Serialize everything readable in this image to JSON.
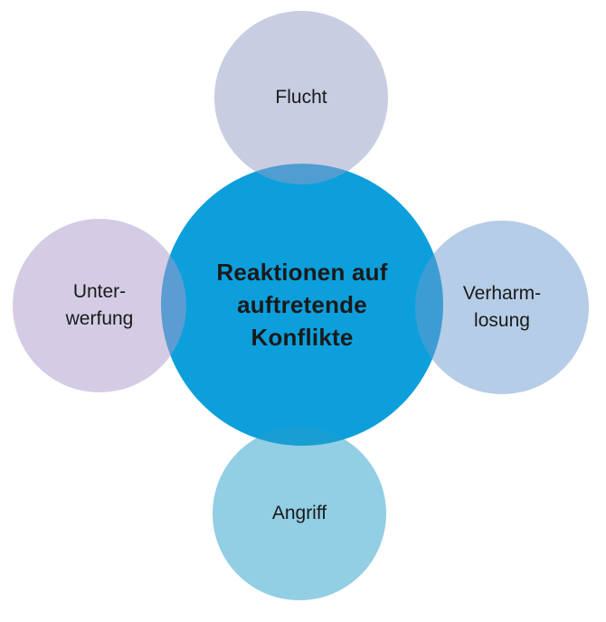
{
  "diagram": {
    "type": "radial-venn",
    "background": "#ffffff",
    "text_color": "#1a1a1a",
    "center": {
      "label": "Reaktionen auf auftretende Konflikte",
      "label_lines": [
        "Reaktionen auf",
        "auftretende",
        "Konflikte"
      ],
      "fill": "#0C9FDC"
    },
    "nodes": [
      {
        "id": "flucht",
        "position": "top",
        "label": "Flucht",
        "label_lines": [
          "Flucht",
          ""
        ],
        "fill": "rgba(147,155,197,0.5)",
        "fill_on_white": "#C9CDE2"
      },
      {
        "id": "verharmlosung",
        "position": "right",
        "label": "Verharmlosung",
        "label_lines": [
          "Verharm-",
          "losung"
        ],
        "fill": "rgba(107,155,205,0.5)",
        "fill_on_white": "#B5CDE6"
      },
      {
        "id": "angriff",
        "position": "bottom",
        "label": "Angriff",
        "label_lines": [
          "Angriff",
          ""
        ],
        "fill": "rgba(37,157,201,0.5)",
        "fill_on_white": "#92CEE4"
      },
      {
        "id": "unterwerfung",
        "position": "left",
        "label": "Unterwerfung",
        "label_lines": [
          "Unter-",
          "werfung"
        ],
        "fill": "rgba(169,153,201,0.5)",
        "fill_on_white": "#D4CCE4"
      }
    ]
  }
}
